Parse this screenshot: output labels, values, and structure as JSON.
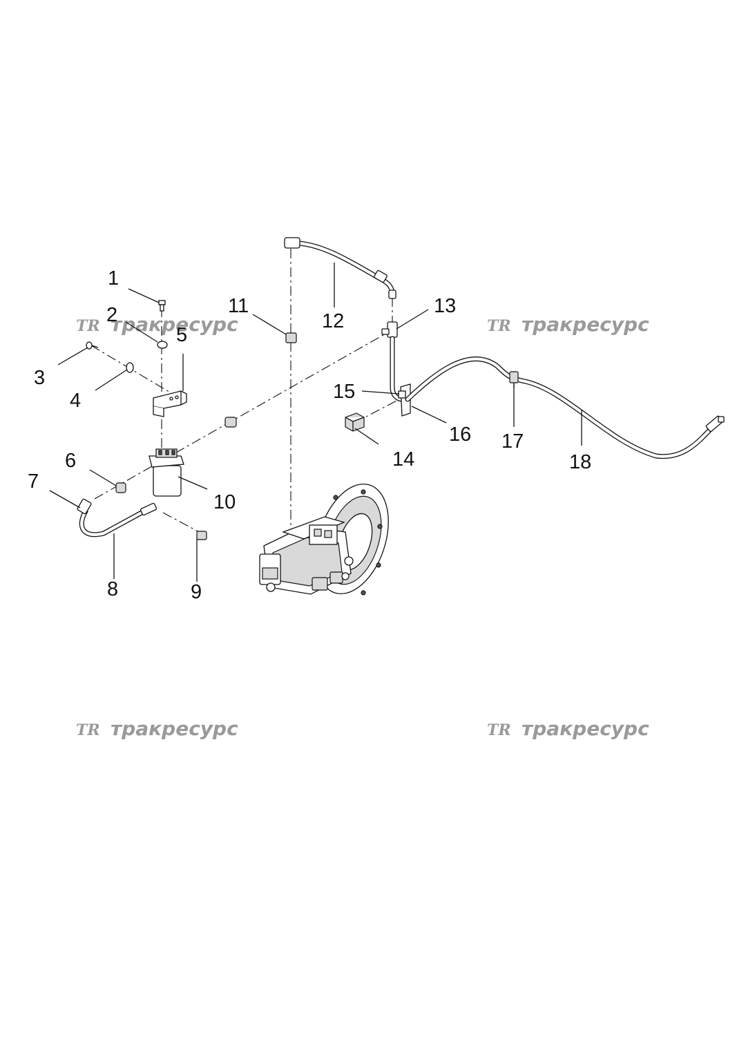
{
  "watermark": {
    "logo": "TR",
    "text": "тракресурс"
  },
  "callouts": [
    "1",
    "2",
    "3",
    "4",
    "5",
    "6",
    "7",
    "8",
    "9",
    "10",
    "11",
    "12",
    "13",
    "14",
    "15",
    "16",
    "17",
    "18"
  ]
}
